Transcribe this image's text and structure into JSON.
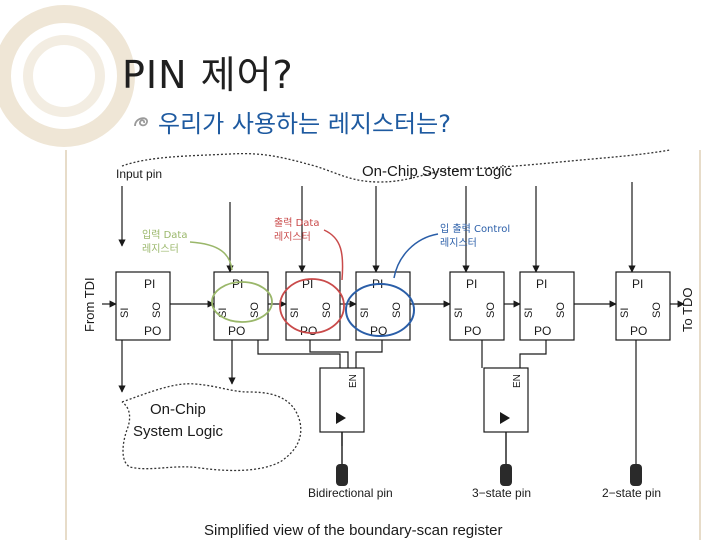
{
  "slide": {
    "title": "PIN 제어?",
    "bullet": "우리가 사용하는 레지스터는?",
    "colors": {
      "bullet_text": "#1e5aa0",
      "decoration": "#e7dcc9",
      "annotation_red": "#c94a4a",
      "annotation_blue": "#2a5ea8",
      "annotation_green": "#9ab76a"
    }
  },
  "diagram": {
    "top_logic_label": "On-Chip System Logic",
    "bottom_logic_label_line1": "On-Chip",
    "bottom_logic_label_line2": "System Logic",
    "input_pin_label": "Input pin",
    "from_tdi_label": "From TDI",
    "to_tdo_label": "To TDO",
    "cell_labels": {
      "pi": "PI",
      "si": "SI",
      "so": "SO",
      "po": "PO"
    },
    "enable_label": "EN",
    "pin_labels": [
      "Bidirectional pin",
      "3−state pin",
      "2−state pin"
    ],
    "caption": "Simplified view of the boundary-scan register",
    "annotations": [
      {
        "line1": "입력 Data",
        "line2": "레지스터",
        "color": "green"
      },
      {
        "line1": "출력 Data",
        "line2": "레지스터",
        "color": "red"
      },
      {
        "line1": "입 출력 Control",
        "line2": "레지스터",
        "color": "blue"
      }
    ]
  }
}
